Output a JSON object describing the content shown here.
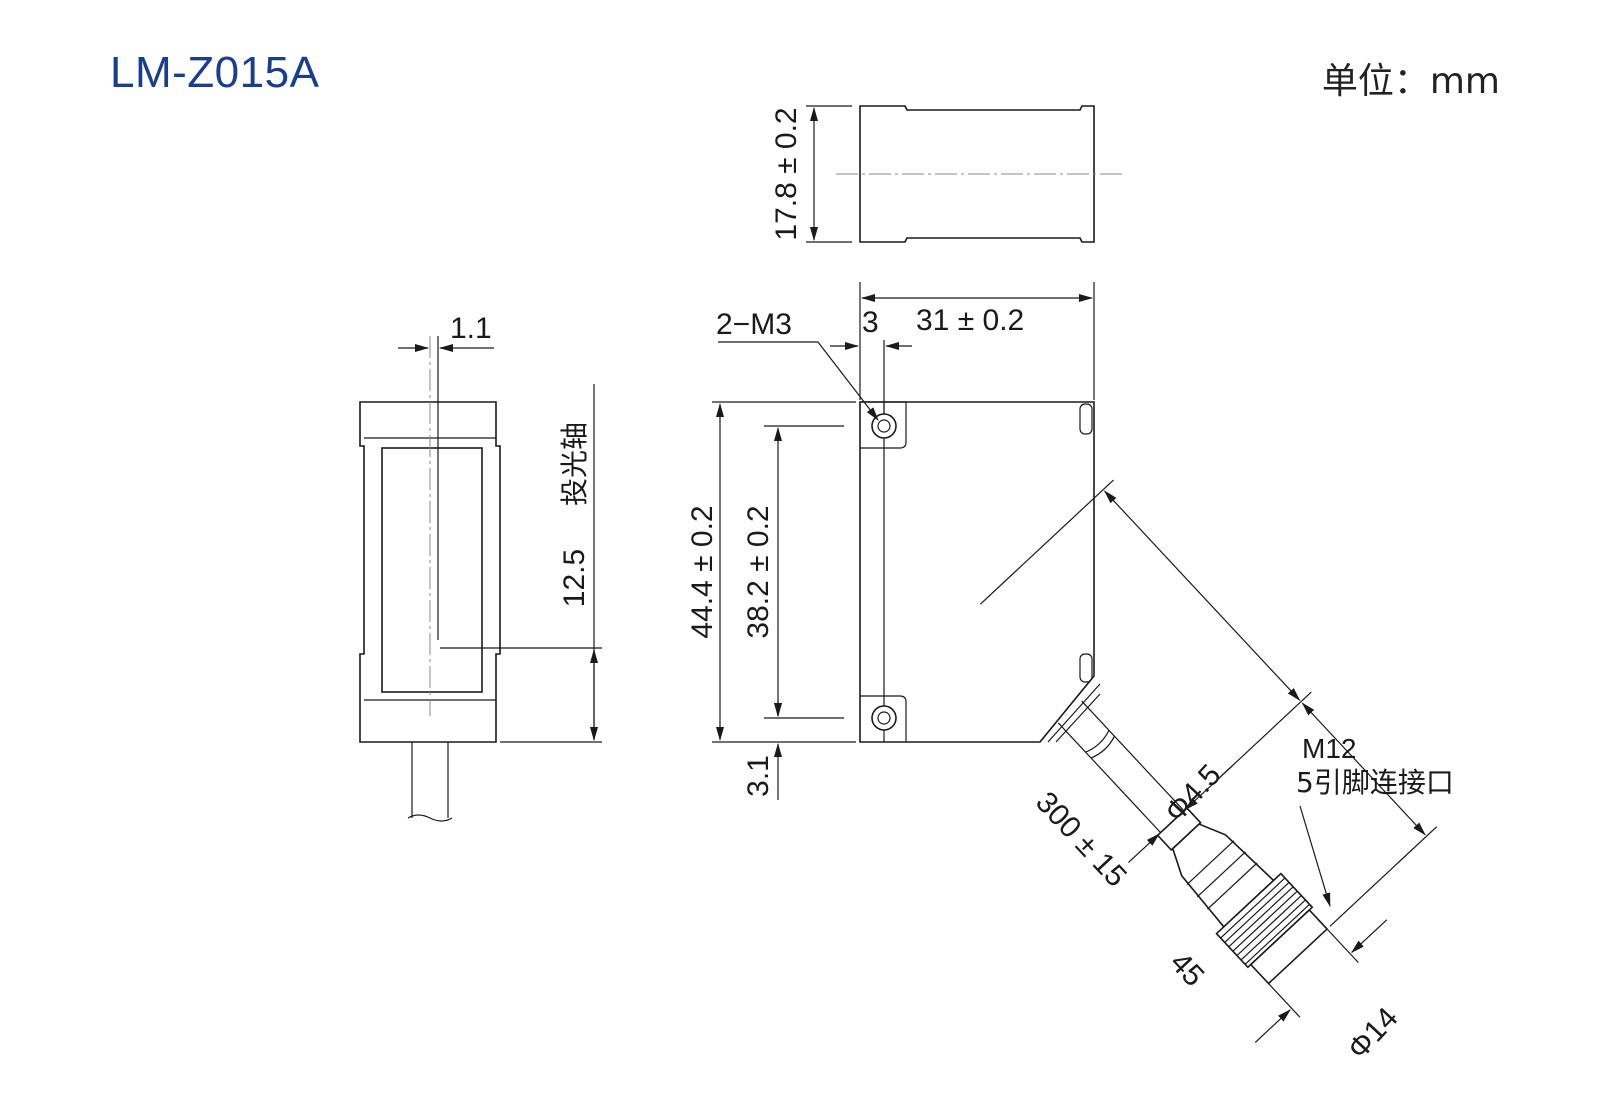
{
  "header": {
    "model": "LM-Z015A",
    "unit": "单位：mm"
  },
  "views": {
    "top": {
      "height_dim": "17.8 ± 0.2"
    },
    "side": {
      "offset_dim": "1.1",
      "axis_label": "投光轴",
      "axis_dim": "12.5"
    },
    "front": {
      "hole_label": "2−M3",
      "hole_edge_dim": "3",
      "width_dim": "31 ± 0.2",
      "height_dim": "44.4 ± 0.2",
      "hole_pitch_dim": "38.2 ± 0.2",
      "bottom_offset_dim": "3.1"
    },
    "cable": {
      "diameter_dim": "Φ4.5",
      "length_dim": "300 ± 15",
      "connector_length_dim": "45",
      "connector_diameter_dim": "Φ14",
      "connector_label_1": "M12",
      "connector_label_2": "5引脚连接口"
    }
  },
  "colors": {
    "title": "#1a3e8f",
    "line": "#1a1a1a"
  }
}
